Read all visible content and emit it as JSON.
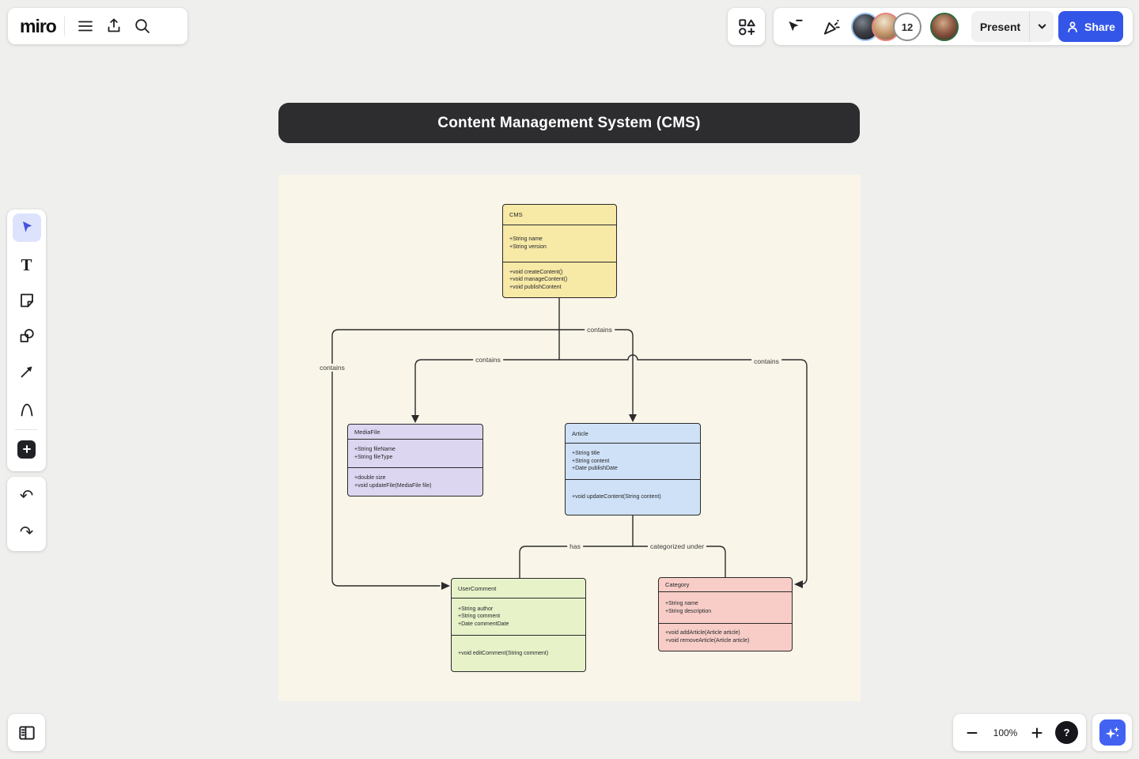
{
  "app": {
    "logo_text": "miro"
  },
  "top_right": {
    "present_label": "Present",
    "share_label": "Share",
    "collaborator_count": "12"
  },
  "frame": {
    "title": "Content Management System (CMS)"
  },
  "diagram": {
    "classes": [
      {
        "name": "CMS",
        "color": "#f7e9a6",
        "attributes": [
          "+String name",
          "+String version"
        ],
        "methods": [
          "+void createContent()",
          "+void manageContent()",
          "+void publishContent"
        ]
      },
      {
        "name": "MediaFile",
        "color": "#ddd6f0",
        "attributes": [
          "+String fileName",
          "+String fileType"
        ],
        "methods": [
          "+double size",
          "+void updateFile(MediaFile file)"
        ]
      },
      {
        "name": "Article",
        "color": "#cfe1f6",
        "attributes": [
          "+String title",
          "+String content",
          "+Date publishDate"
        ],
        "methods": [
          "+void updateContent(String content)"
        ]
      },
      {
        "name": "UserComment",
        "color": "#e7f2c9",
        "attributes": [
          "+String author",
          "+String comment",
          "+Date commentDate"
        ],
        "methods": [
          "+void editComment(String comment)"
        ]
      },
      {
        "name": "Category",
        "color": "#f8cdc7",
        "attributes": [
          "+String name",
          "+String description"
        ],
        "methods": [
          "+void addArticle(Article article)",
          "+void removeArticle(Article article)"
        ]
      }
    ],
    "labels": [
      {
        "text": "contains"
      },
      {
        "text": "contains"
      },
      {
        "text": "contains"
      },
      {
        "text": "contains"
      },
      {
        "text": "has"
      },
      {
        "text": "categorized under"
      }
    ]
  },
  "left_toolbar": {
    "text_tool_glyph": "T",
    "undo_glyph": "↶",
    "redo_glyph": "↷"
  },
  "bottom_right": {
    "zoom_level": "100%",
    "help_glyph": "?"
  },
  "colors": {
    "share_blue": "#3356e8",
    "ai_blue": "#4262f2",
    "frame_bg": "#f9f5e8",
    "title_bar_bg": "#2d2d30",
    "selected_tool_bg": "#dde3fc",
    "selected_tool_icon": "#4152e4"
  }
}
